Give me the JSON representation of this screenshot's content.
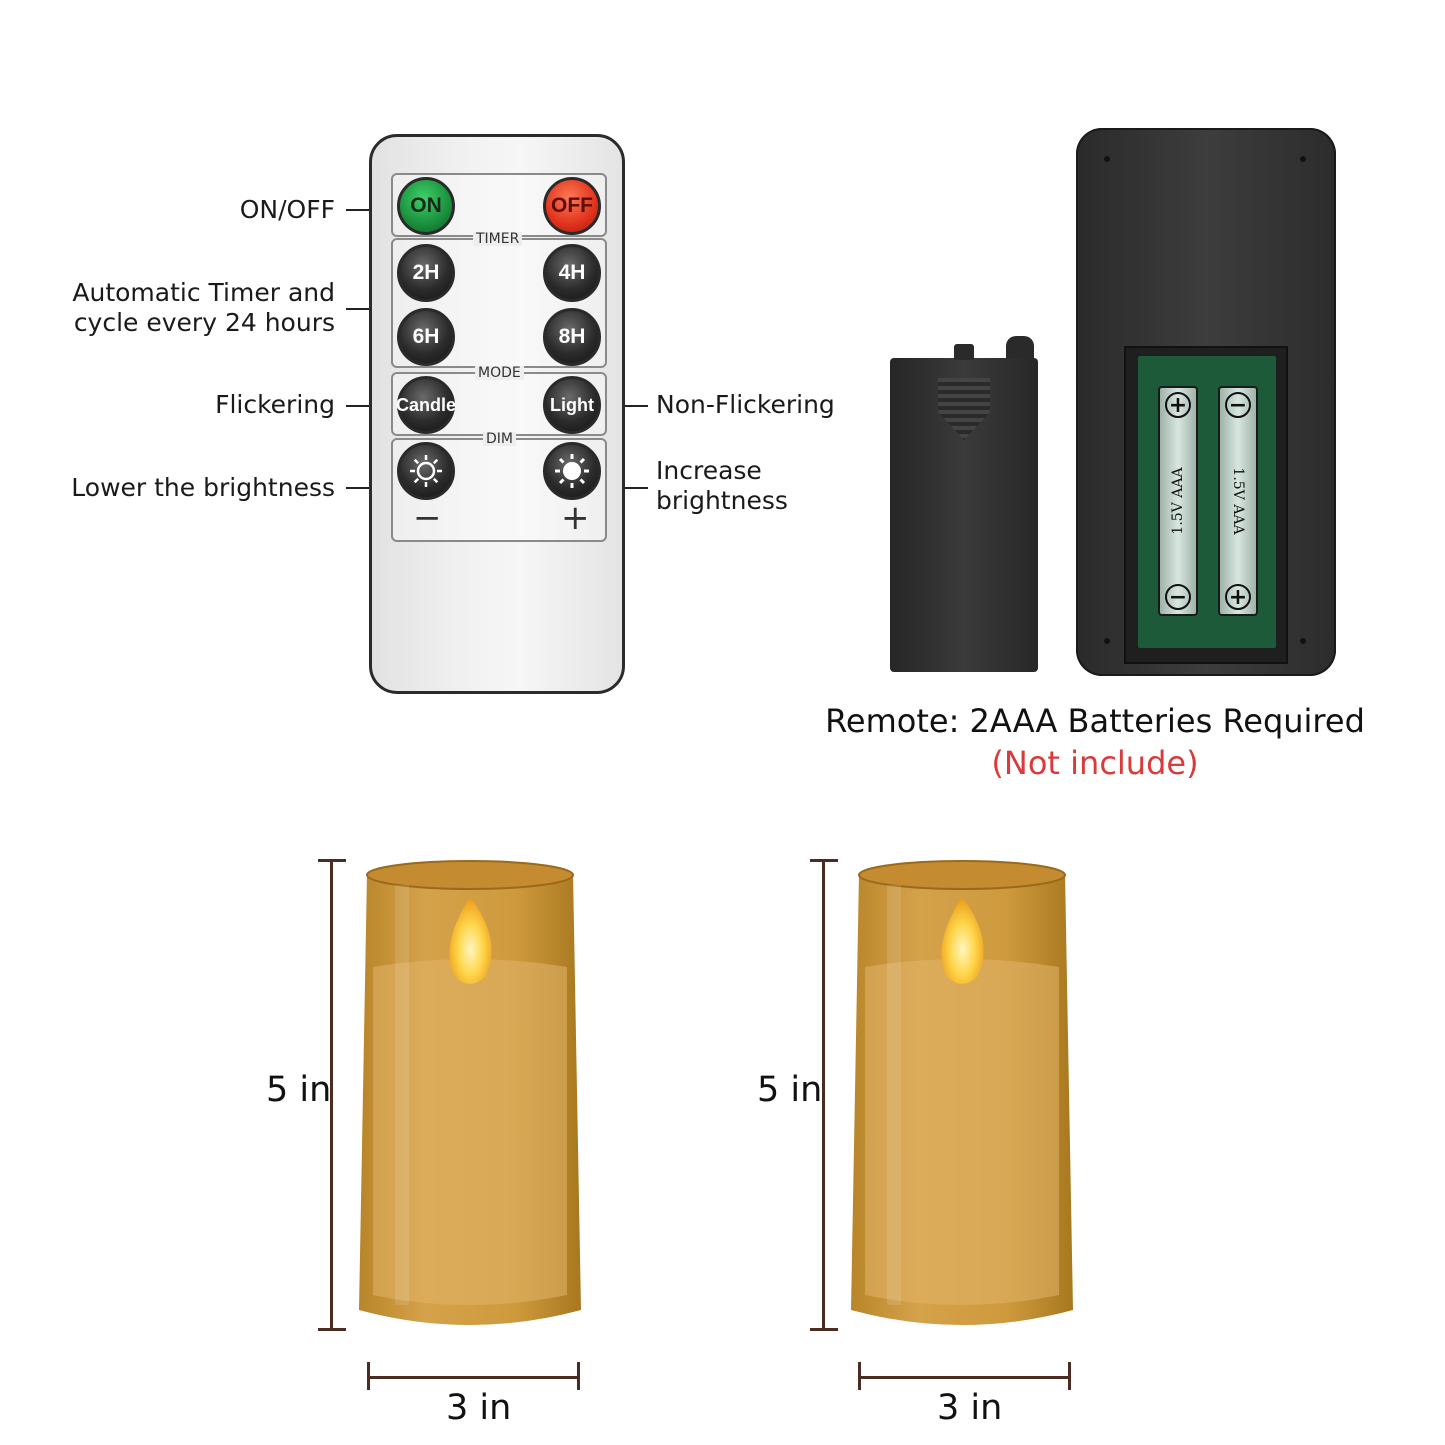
{
  "callouts": {
    "on_off": "ON/OFF",
    "timer_line1": "Automatic Timer and",
    "timer_line2": "cycle every 24 hours",
    "flickering": "Flickering",
    "non_flickering": "Non-Flickering",
    "lower": "Lower the brightness",
    "increase_line1": "Increase",
    "increase_line2": "brightness"
  },
  "remote": {
    "on": "ON",
    "off": "OFF",
    "timer_title": "TIMER",
    "timers": [
      "2H",
      "4H",
      "6H",
      "8H"
    ],
    "mode_title": "MODE",
    "candle": "Candle",
    "light": "Light",
    "dim_title": "DIM",
    "minus": "−",
    "plus": "+"
  },
  "battery_label": "1.5V AAA",
  "caption": {
    "line1": "Remote: 2AAA Batteries Required",
    "line2": "(Not include)"
  },
  "candles": [
    {
      "height": "5 in",
      "width": "3 in"
    },
    {
      "height": "5 in",
      "width": "3 in"
    }
  ],
  "colors": {
    "accent_red": "#d93a3a",
    "dimension_line": "#4a2c22",
    "candle_amber": "#c8922e"
  }
}
